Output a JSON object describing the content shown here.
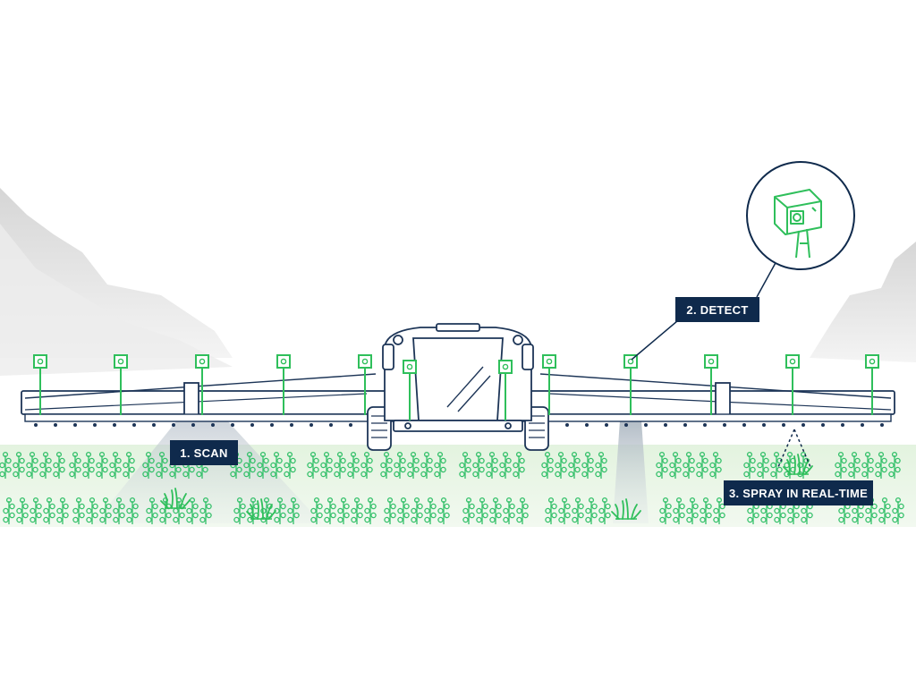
{
  "labels": {
    "scan": "1. SCAN",
    "detect": "2. DETECT",
    "spray": "3. SPRAY IN REAL-TIME"
  },
  "colors": {
    "navy": "#0f2a4c",
    "outline": "#1d3557",
    "sensor_green": "#2fbf5b",
    "crop_green": "#34c06a",
    "ground": "#e7f5e5",
    "mountain": "#dcdcdc",
    "beam": "#b8c2cc"
  },
  "icons": {
    "magnified_camera": "camera-sensor-icon",
    "weed": "weed-icon",
    "crop": "crop-plant-icon",
    "tractor": "sprayer-tractor-icon"
  }
}
